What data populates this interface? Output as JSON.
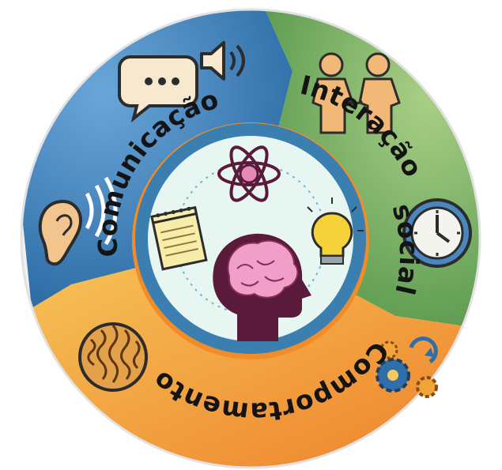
{
  "segments": {
    "comunicacao": {
      "label": "Comunicação",
      "color": "#4a86c0"
    },
    "interacao": {
      "label_line1": "Interação",
      "label_line2": "social",
      "color": "#7fb265"
    },
    "comportamento": {
      "label": "Comportamento",
      "color": "#f2a43a"
    }
  },
  "center": {
    "color": "#e8f6f2",
    "ring_color": "#3a7fb0",
    "accent_ring": "#f28c28"
  },
  "icons": [
    "speech-bubble-icon",
    "speaker-icon",
    "ear-icon",
    "sound-waves-icon",
    "handshake-people-icon",
    "clock-icon",
    "gears-icon",
    "brain-texture-icon",
    "atom-icon",
    "notepad-icon",
    "lightbulb-icon",
    "head-brain-icon"
  ]
}
